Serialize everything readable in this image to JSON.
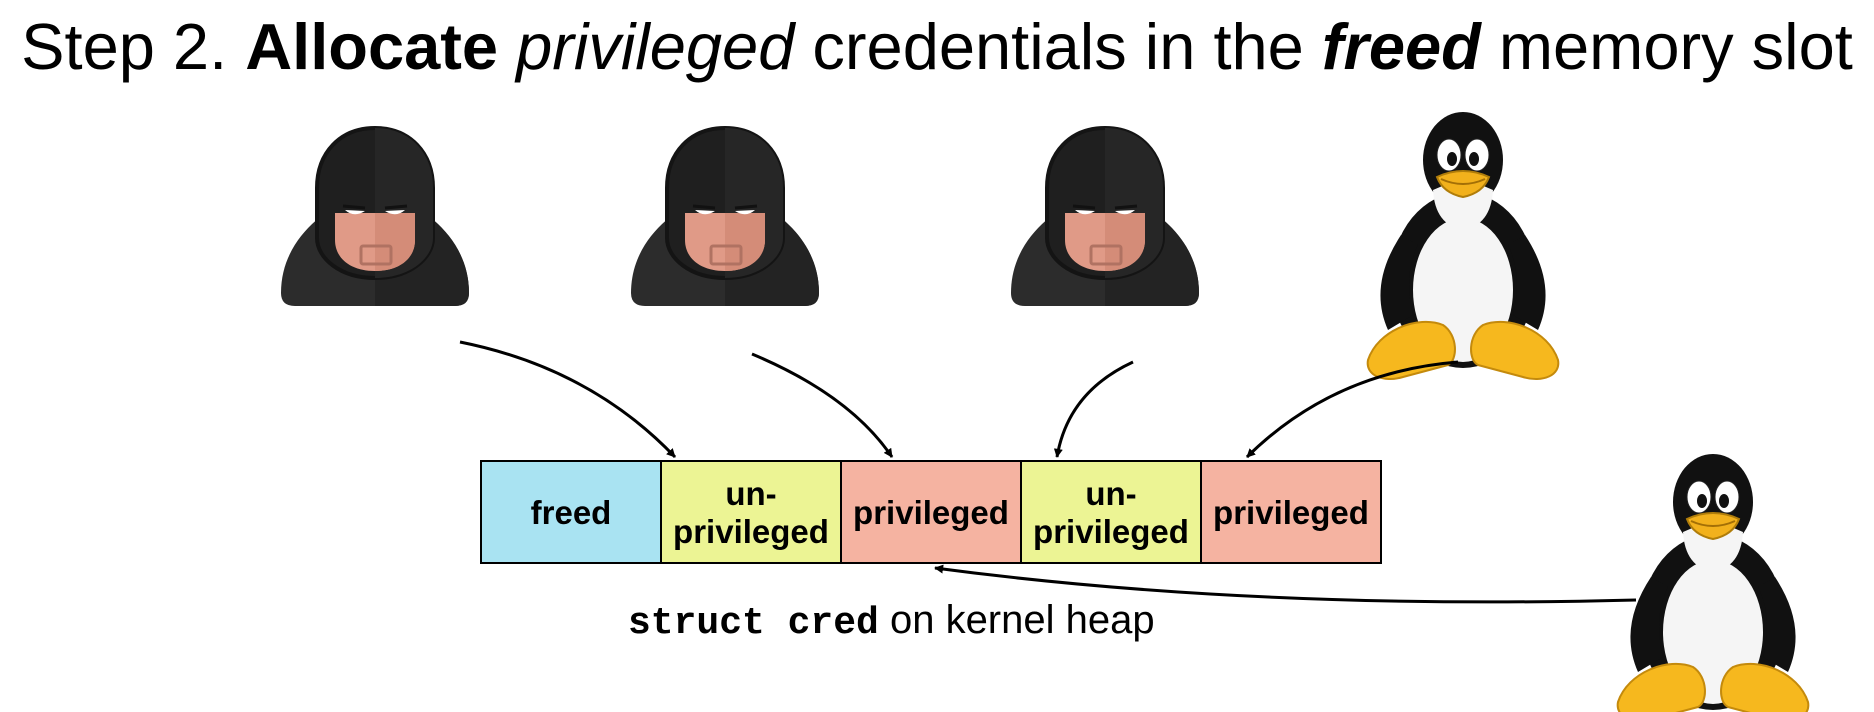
{
  "title": {
    "step": "Step 2.",
    "word1": "Allocate",
    "word2": "privileged",
    "word3": "credentials in the",
    "word4": "freed",
    "word5": "memory slot"
  },
  "heap": {
    "slots": [
      {
        "line1": "freed",
        "line2": "",
        "state": "freed",
        "color": "#a9e3f2"
      },
      {
        "line1": "un-",
        "line2": "privileged",
        "state": "unprivileged",
        "color": "#ecf494"
      },
      {
        "line1": "privileged",
        "line2": "",
        "state": "privileged",
        "color": "#f5b3a1"
      },
      {
        "line1": "un-",
        "line2": "privileged",
        "state": "unprivileged",
        "color": "#ecf494"
      },
      {
        "line1": "privileged",
        "line2": "",
        "state": "privileged",
        "color": "#f5b3a1"
      }
    ],
    "caption_code": "struct cred",
    "caption_text": " on kernel heap"
  },
  "icons": {
    "attacker": "hooded-attacker-icon",
    "kernel": "tux-penguin-icon"
  }
}
